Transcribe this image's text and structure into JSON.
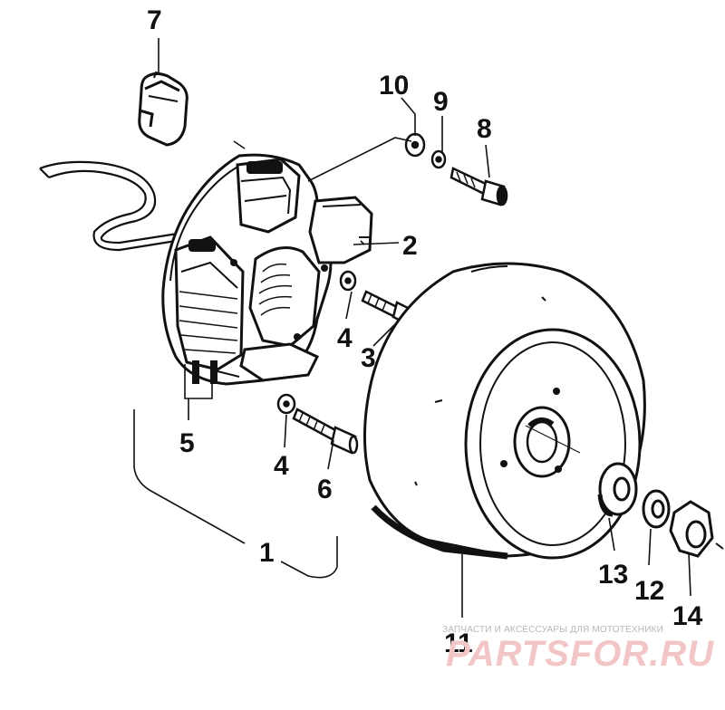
{
  "callouts": {
    "c1": "1",
    "c2": "2",
    "c3": "3",
    "c4a": "4",
    "c4b": "4",
    "c5": "5",
    "c6": "6",
    "c7": "7",
    "c8": "8",
    "c9": "9",
    "c10": "10",
    "c11": "11",
    "c12": "12",
    "c13": "13",
    "c14": "14"
  },
  "watermark": {
    "tagline": "ЗАПЧАСТИ И АКСЕССУАРЫ ДЛЯ МОТОТЕХНИКИ",
    "logo": "PARTSFOR.RU"
  },
  "colors": {
    "ink": "#111111",
    "watermark_logo": "#f2c6c6",
    "watermark_text": "#b8b8b8"
  }
}
